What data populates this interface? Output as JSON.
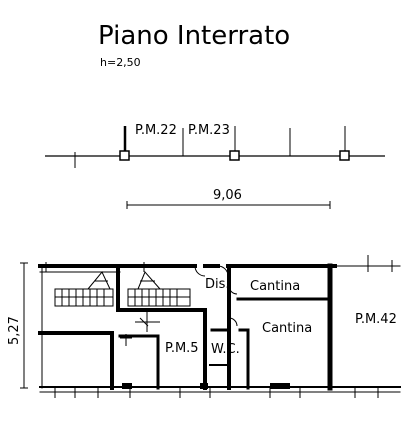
{
  "title": "Piano Interrato",
  "height_note": "h=2,50",
  "parcels_top": [
    "P.M.22",
    "P.M.23"
  ],
  "dimension_width": "9,06",
  "dimension_height": "5,27",
  "rooms": {
    "dis": "Dis.",
    "cantina_small": "Cantina",
    "cantina_large": "Cantina",
    "pm5": "P.M.5",
    "wc": "W.C.",
    "pm42": "P.M.42"
  }
}
